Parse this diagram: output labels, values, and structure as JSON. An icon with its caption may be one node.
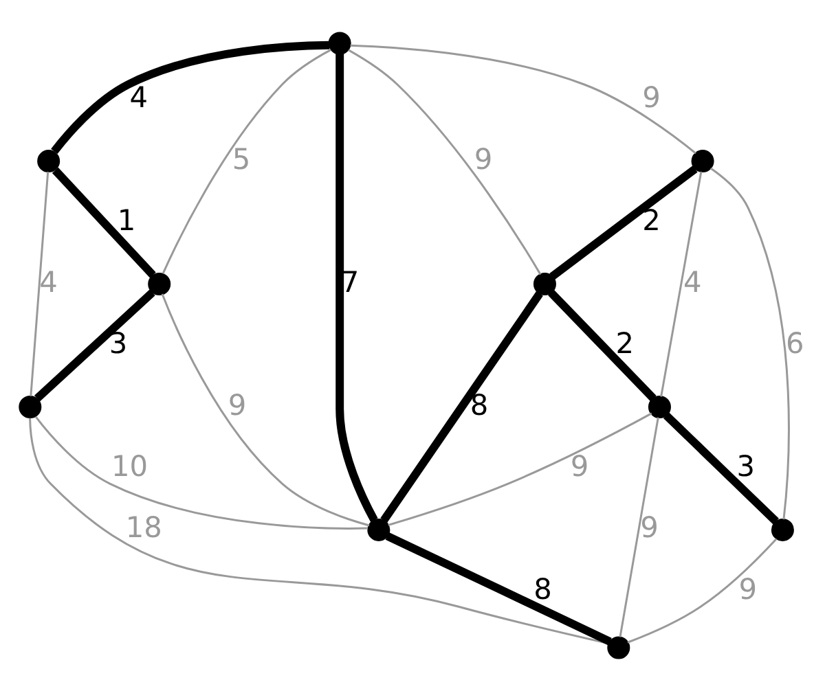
{
  "diagram": {
    "nodes": [
      {
        "text": [],
        "shape": "circle"
      },
      {
        "text": [],
        "shape": "circle"
      },
      {
        "text": [],
        "shape": "circle"
      },
      {
        "text": [],
        "shape": "circle"
      },
      {
        "text": [],
        "shape": "circle"
      },
      {
        "text": [],
        "shape": "circle"
      },
      {
        "text": [],
        "shape": "circle"
      },
      {
        "text": [],
        "shape": "circle"
      },
      {
        "text": [],
        "shape": "circle"
      },
      {
        "text": [],
        "shape": "circle"
      }
    ],
    "edges": [
      {
        "from": 2,
        "to": 0,
        "arrow": "none",
        "label": "4",
        "style": "thick",
        "color": "#000000"
      },
      {
        "from": 0,
        "to": 1,
        "arrow": "none",
        "label": "1",
        "style": "thick",
        "color": "#000000"
      },
      {
        "from": 1,
        "to": 3,
        "arrow": "none",
        "label": "3",
        "style": "thick",
        "color": "#000000"
      },
      {
        "from": 0,
        "to": 3,
        "arrow": "none",
        "label": "4"
      },
      {
        "from": 2,
        "to": 1,
        "arrow": "none",
        "label": "5"
      },
      {
        "from": 2,
        "to": 4,
        "arrow": "none",
        "label": "9"
      },
      {
        "from": 2,
        "to": 5,
        "arrow": "none",
        "label": "9"
      },
      {
        "from": 2,
        "to": 7,
        "arrow": "none",
        "label": "7",
        "style": "thick",
        "color": "#000000"
      },
      {
        "from": 1,
        "to": 7,
        "arrow": "none",
        "label": "9"
      },
      {
        "from": 3,
        "to": 7,
        "arrow": "none",
        "label": "10"
      },
      {
        "from": 3,
        "to": 9,
        "arrow": "none",
        "label": "18"
      },
      {
        "from": 4,
        "to": 5,
        "arrow": "none",
        "label": "2",
        "style": "thick",
        "color": "#000000"
      },
      {
        "from": 4,
        "to": 6,
        "arrow": "none",
        "label": "4"
      },
      {
        "from": 4,
        "to": 8,
        "arrow": "none",
        "label": "6"
      },
      {
        "from": 5,
        "to": 7,
        "arrow": "none",
        "label": "8",
        "style": "thick",
        "color": "#000000"
      },
      {
        "from": 5,
        "to": 6,
        "arrow": "none",
        "label": "2",
        "style": "thick",
        "color": "#000000"
      },
      {
        "from": 6,
        "to": 8,
        "arrow": "none",
        "label": "3",
        "style": "thick",
        "color": "#000000"
      },
      {
        "from": 6,
        "to": 7,
        "arrow": "none",
        "label": "9"
      },
      {
        "from": 6,
        "to": 9,
        "arrow": "none",
        "label": "9"
      },
      {
        "from": 7,
        "to": 9,
        "arrow": "none",
        "label": "8",
        "style": "thick",
        "color": "#000000"
      },
      {
        "from": 8,
        "to": 9,
        "arrow": "none",
        "label": "9"
      }
    ]
  }
}
